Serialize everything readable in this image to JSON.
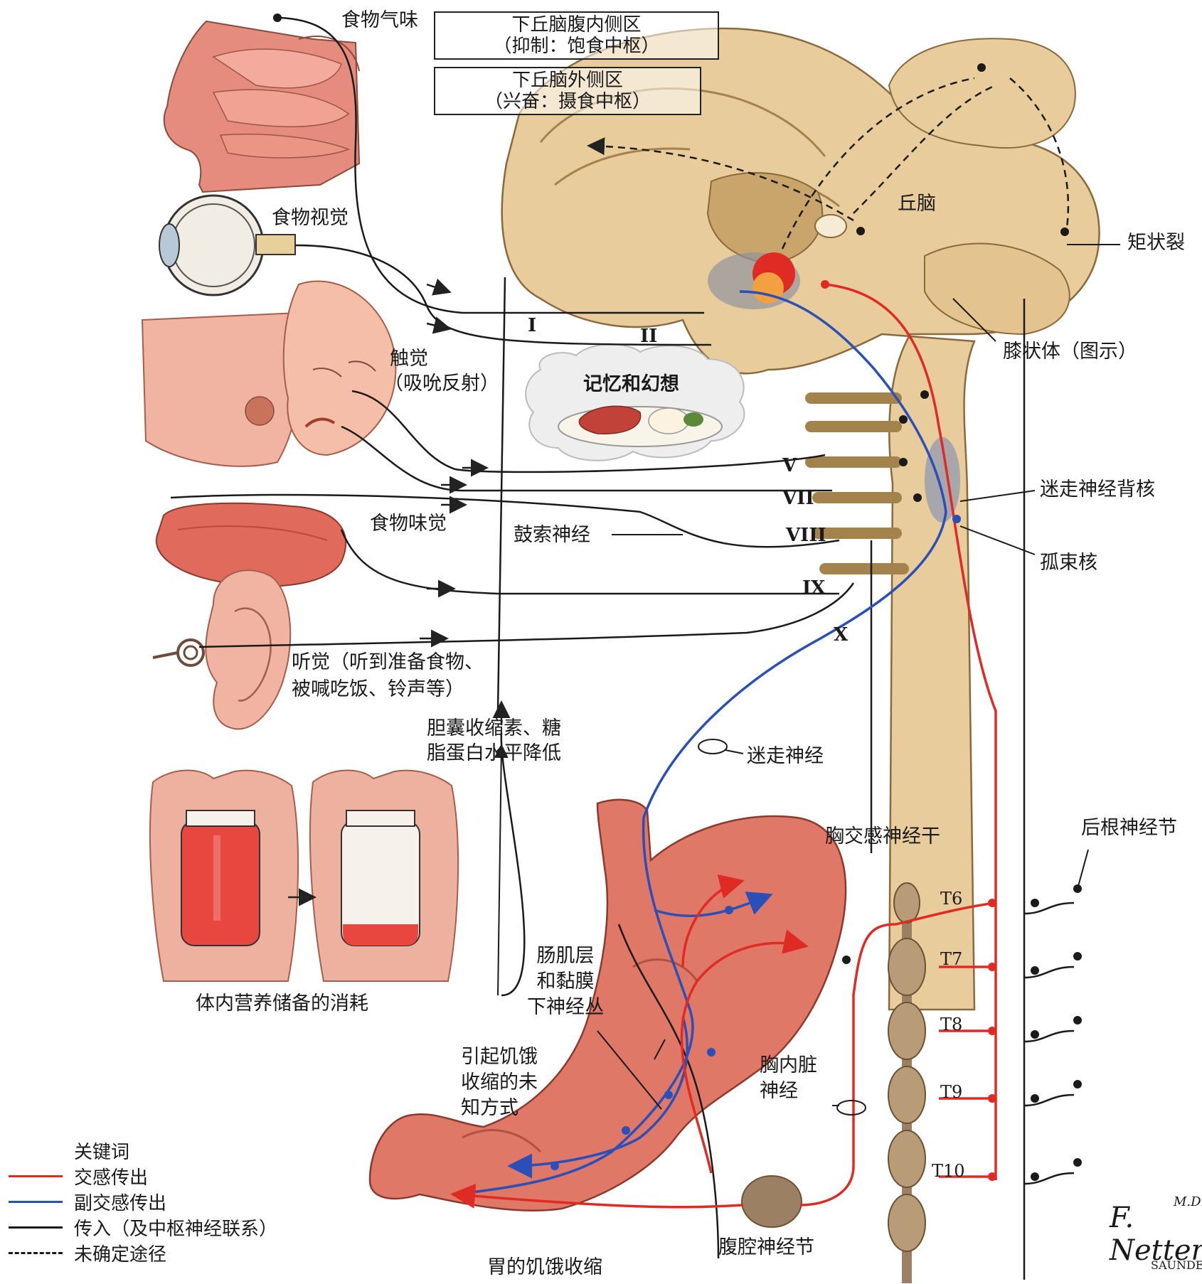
{
  "labels": {
    "food_smell": "食物气味",
    "hypo_vm_line1": "下丘脑腹内侧区",
    "hypo_vm_line2": "（抑制：饱食中枢）",
    "hypo_lat_line1": "下丘脑外侧区",
    "hypo_lat_line2": "（兴奋：摄食中枢）",
    "thalamus": "丘脑",
    "calcarine": "矩状裂",
    "food_sight": "食物视觉",
    "geniculate": "膝状体（图示）",
    "touch_line1": "触觉",
    "touch_line2": "（吸吮反射）",
    "memory": "记忆和幻想",
    "vagus_dorsal": "迷走神经背核",
    "food_taste": "食物味觉",
    "chorda": "鼓索神经",
    "solitary": "孤束核",
    "hearing_line1": "听觉（听到准备食物、",
    "hearing_line2": "被喊吃饭、铃声等）",
    "cck_line1": "胆囊收缩素、糖",
    "cck_line2": "脂蛋白水平降低",
    "vagus": "迷走神经",
    "thoracic_trunk": "胸交感神经干",
    "dorsal_root": "后根神经节",
    "reserve": "体内营养储备的消耗",
    "plexus_line1": "肠肌层",
    "plexus_line2": "和黏膜",
    "plexus_line3": "下神经丛",
    "unknown_line1": "引起饥饿",
    "unknown_line2": "收缩的未",
    "unknown_line3": "知方式",
    "splanchnic_line1": "胸内脏",
    "splanchnic_line2": "神经",
    "celiac": "腹腔神经节",
    "hunger": "胃的饥饿收缩"
  },
  "cranial_nerves": [
    "I",
    "II",
    "V",
    "VII",
    "VIII",
    "IX",
    "X"
  ],
  "thoracic_levels": [
    "T6",
    "T7",
    "T8",
    "T9",
    "T10"
  ],
  "legend": {
    "title": "关键词",
    "items": [
      {
        "label": "交感传出",
        "color": "#e02a24",
        "style": "solid"
      },
      {
        "label": "副交感传出",
        "color": "#2a4fb8",
        "style": "solid"
      },
      {
        "label": "传入（及中枢神经联系）",
        "color": "#1a1a1a",
        "style": "solid"
      },
      {
        "label": "未确定途径",
        "color": "#1a1a1a",
        "style": "dashed"
      }
    ]
  },
  "signature": {
    "name": "F. Netter",
    "suffix": "M.D.",
    "publisher": "SAUNDE"
  },
  "colors": {
    "sympathetic": "#e02a24",
    "parasympathetic": "#2a4fb8",
    "afferent": "#1a1a1a",
    "tissue": "#e27a6a",
    "brain": "#e3c79a"
  }
}
